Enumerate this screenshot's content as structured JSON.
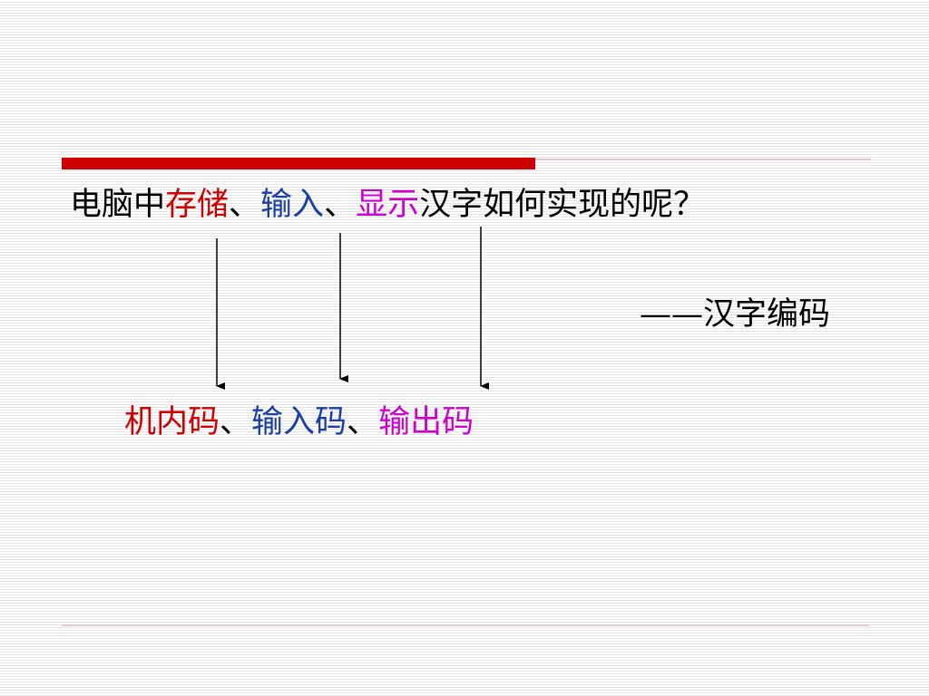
{
  "colors": {
    "red": "#cc0000",
    "blue": "#1a3fa0",
    "magenta": "#cc00cc",
    "black": "#000000",
    "top_bar": "#cc0000",
    "thin_rule": "#e6c4c4",
    "bottom_rule": "#e6c8c8"
  },
  "question": {
    "prefix": "电脑中",
    "word1": "存储",
    "sep1": "、",
    "word2": "输入",
    "sep2": "、",
    "word3": "显示",
    "suffix": "汉字如何实现的呢？"
  },
  "subtitle": {
    "text": "——汉字编码"
  },
  "codes": {
    "code1": "机内码",
    "sep1": "、",
    "code2": "输入码",
    "sep2": "、",
    "code3": "输出码"
  }
}
